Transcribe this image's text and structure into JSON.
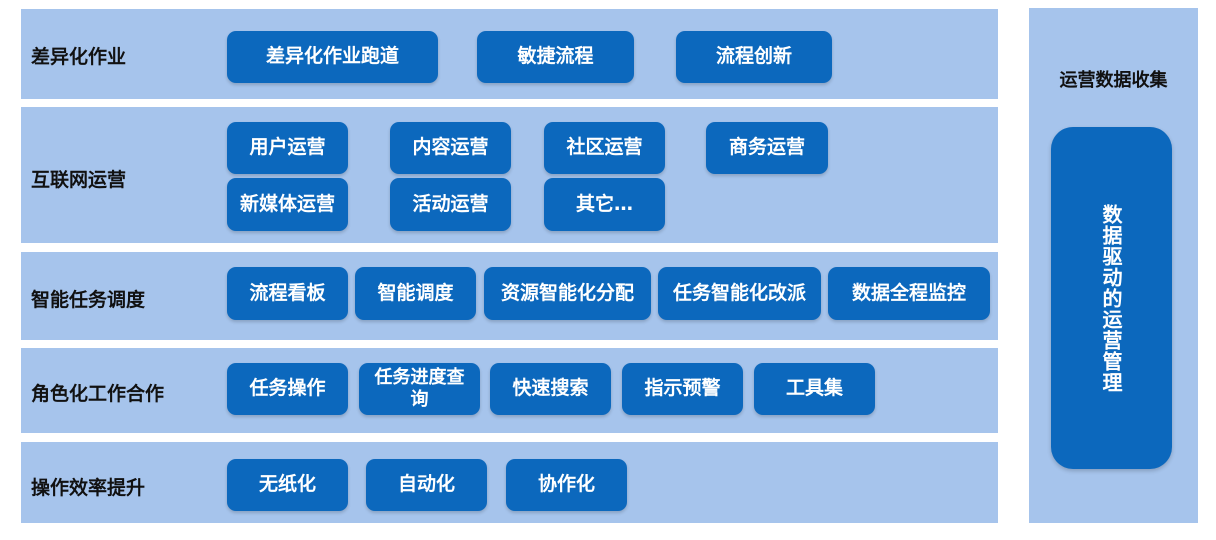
{
  "rows": [
    {
      "label": "差异化作业",
      "items": [
        "差异化作业跑道",
        "敏捷流程",
        "流程创新"
      ]
    },
    {
      "label": "互联网运营",
      "items": [
        "用户运营",
        "内容运营",
        "社区运营",
        "商务运营",
        "新媒体运营",
        "活动运营",
        "其它…"
      ]
    },
    {
      "label": "智能任务调度",
      "items": [
        "流程看板",
        "智能调度",
        "资源智能化分配",
        "任务智能化改派",
        "数据全程监控"
      ]
    },
    {
      "label": "角色化工作合作",
      "items": [
        "任务操作",
        "任务进度查询",
        "快速搜索",
        "指示预警",
        "工具集"
      ]
    },
    {
      "label": "操作效率提升",
      "items": [
        "无纸化",
        "自动化",
        "协作化"
      ]
    }
  ],
  "side": {
    "title": "运营数据收集",
    "pill": "数据驱动的运营管理"
  },
  "colors": {
    "band": "#a6c4ec",
    "button": "#0c68bd",
    "button_text": "#ffffff"
  }
}
